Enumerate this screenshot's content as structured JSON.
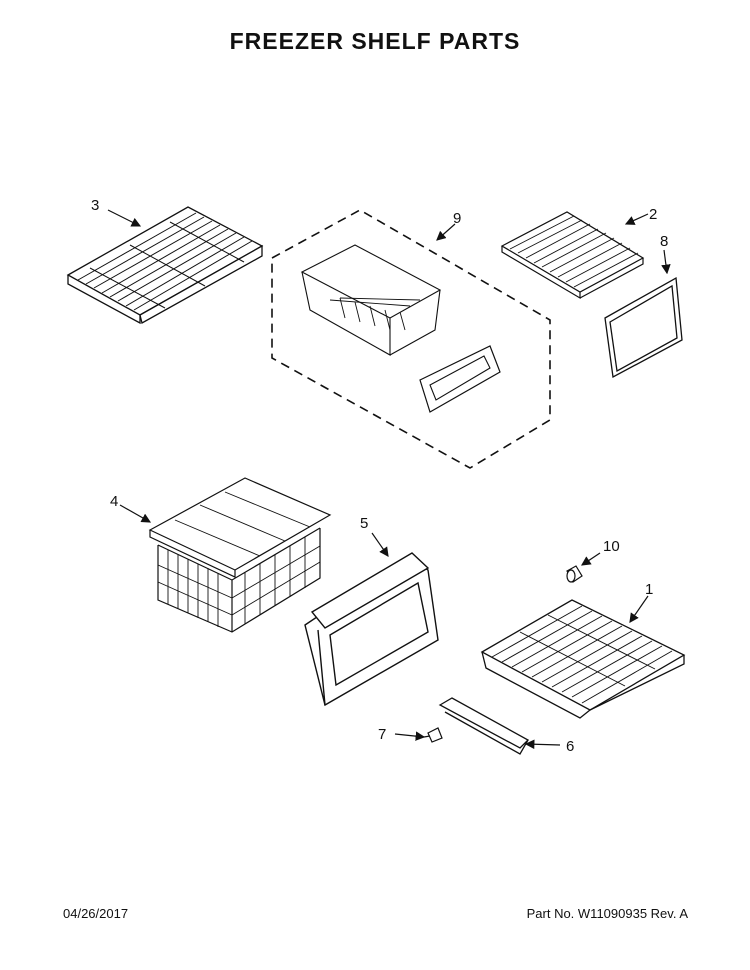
{
  "title": "FREEZER SHELF PARTS",
  "callouts": {
    "c1": "1",
    "c2": "2",
    "c3": "3",
    "c4": "4",
    "c5": "5",
    "c6": "6",
    "c7": "7",
    "c8": "8",
    "c9": "9",
    "c10": "10"
  },
  "footer": {
    "date": "04/26/2017",
    "part_no": "Part No.  W11090935  Rev.  A"
  }
}
